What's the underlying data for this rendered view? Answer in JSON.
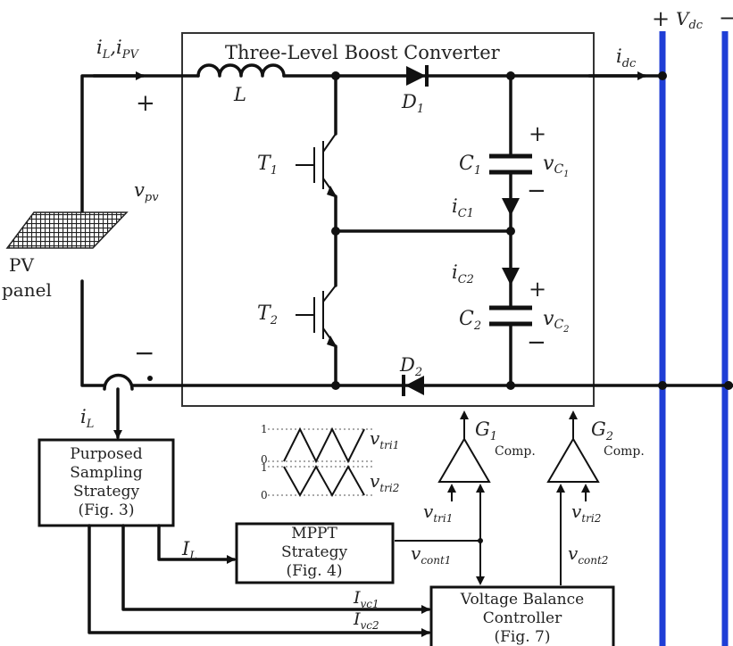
{
  "title": "Three-Level Boost Converter",
  "bus": {
    "positive": "+",
    "label": "V",
    "label_sub": "dc",
    "negative": "−",
    "color": "#1f3ed6"
  },
  "input": {
    "currents_prefix": "i",
    "current_L_sub": "L",
    "sep": ",",
    "current_pv_sub": "PV",
    "plus": "+",
    "minus": "−",
    "voltage": "v",
    "voltage_sub": "pv",
    "panel_line1": "PV",
    "panel_line2": "panel",
    "sensed_current": "i",
    "sensed_current_sub": "L"
  },
  "components": {
    "inductor": "L",
    "diode1": "D",
    "diode1_sub": "1",
    "diode2": "D",
    "diode2_sub": "2",
    "switch1": "T",
    "switch1_sub": "1",
    "switch2": "T",
    "switch2_sub": "2",
    "cap1": "C",
    "cap1_sub": "1",
    "cap2": "C",
    "cap2_sub": "2",
    "vc1": "v",
    "vc1_sub": "C",
    "vc1_subsub": "1",
    "vc2": "v",
    "vc2_sub": "C",
    "vc2_subsub": "2",
    "ic1": "i",
    "ic1_sub": "C1",
    "ic2": "i",
    "ic2_sub": "C2",
    "idc": "i",
    "idc_sub": "dc",
    "plus": "+",
    "minus": "−"
  },
  "carriers": {
    "one": "1",
    "zero": "0",
    "tri1": "v",
    "tri1_sub": "tri1",
    "tri2": "v",
    "tri2_sub": "tri2"
  },
  "comparators": {
    "g1": "G",
    "g1_sub": "1",
    "g2": "G",
    "g2_sub": "2",
    "comp": "Comp.",
    "in1": "v",
    "in1_sub": "tri1",
    "in2": "v",
    "in2_sub": "tri2",
    "cont1": "v",
    "cont1_sub": "cont1",
    "cont2": "v",
    "cont2_sub": "cont2"
  },
  "blocks": {
    "sampling": [
      "Purposed",
      "Sampling",
      "Strategy",
      "(Fig. 3)"
    ],
    "mppt": [
      "MPPT",
      "Strategy",
      "(Fig. 4)"
    ],
    "vbc": [
      "Voltage Balance",
      "Controller",
      "(Fig. 7)"
    ]
  },
  "signals": {
    "il": "I",
    "il_sub": "L",
    "ivc1": "I",
    "ivc1_sub": "vc1",
    "ivc2": "I",
    "ivc2_sub": "vc2"
  }
}
